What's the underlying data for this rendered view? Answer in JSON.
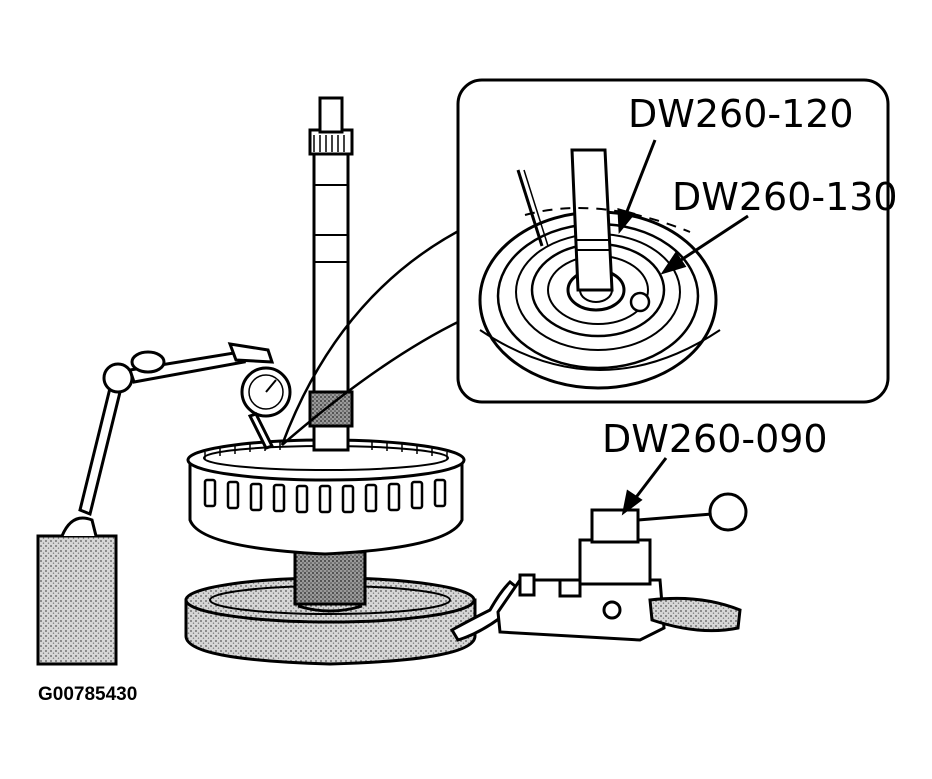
{
  "callouts": {
    "tool_120": "DW260-120",
    "tool_130": "DW260-130",
    "tool_090": "DW260-090"
  },
  "figure_id": "G00785430",
  "colors": {
    "ink": "#000000",
    "paper": "#ffffff",
    "stipple": "#9a9a9a"
  },
  "icons": {
    "magnetic_base": "magnetic-base-block-icon",
    "dial_indicator": "dial-indicator-icon",
    "clutch_drum": "clutch-drum-icon",
    "tool_fixture": "tool-fixture-icon"
  }
}
